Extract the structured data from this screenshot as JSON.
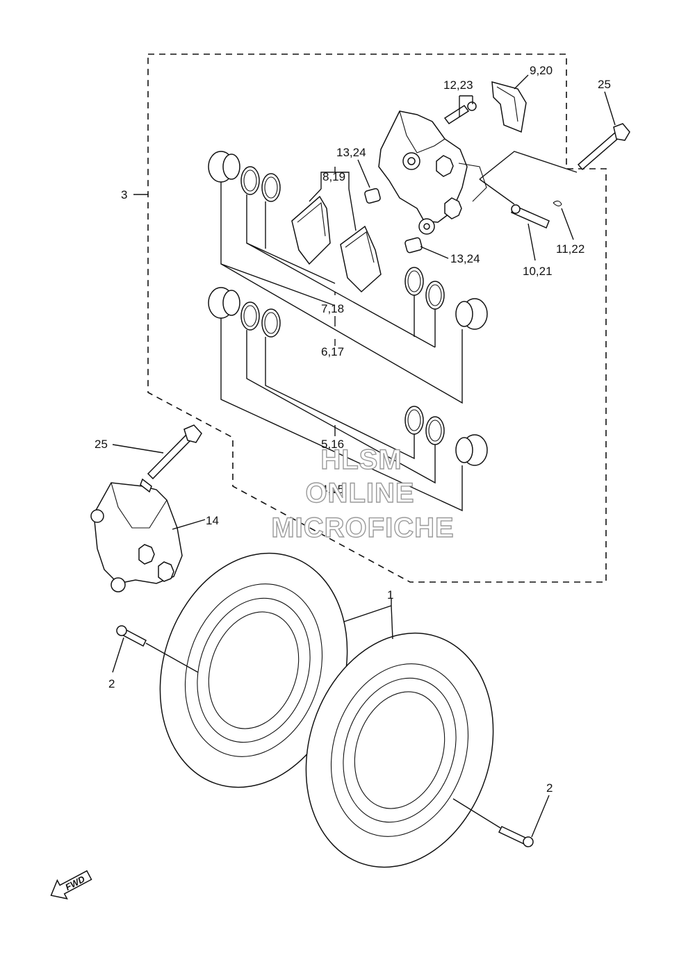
{
  "callouts": {
    "c1": "1",
    "c2a": "2",
    "c2b": "2",
    "c3": "3",
    "c4": "4,15",
    "c5": "5,16",
    "c6": "6,17",
    "c7": "7,18",
    "c8": "8,19",
    "c9": "9,20",
    "c10": "10,21",
    "c11": "11,22",
    "c12": "12,23",
    "c13a": "13,24",
    "c13b": "13,24",
    "c14": "14",
    "c25a": "25",
    "c25b": "25"
  },
  "watermark": {
    "line1": "HLSM",
    "line2": "ONLINE",
    "line3": "MICROFICHE"
  },
  "fwd_label": "FWD"
}
